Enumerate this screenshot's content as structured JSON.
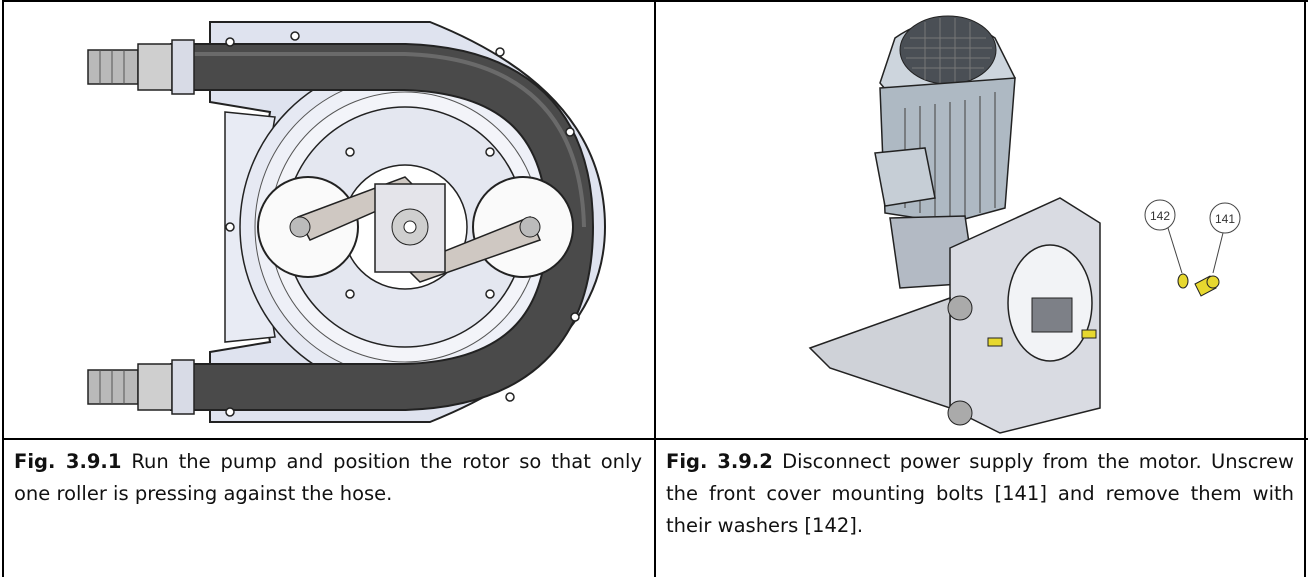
{
  "figures": [
    {
      "label": "Fig. 3.9.1",
      "text": " Run the pump and position the rotor so that only one roller is pressing against the hose."
    },
    {
      "label": "Fig. 3.9.2",
      "text": " Disconnect power supply from the motor. Unscrew the front cover mounting bolts [141] and remove them with their washers [142].",
      "callouts": [
        "142",
        "141"
      ]
    }
  ]
}
